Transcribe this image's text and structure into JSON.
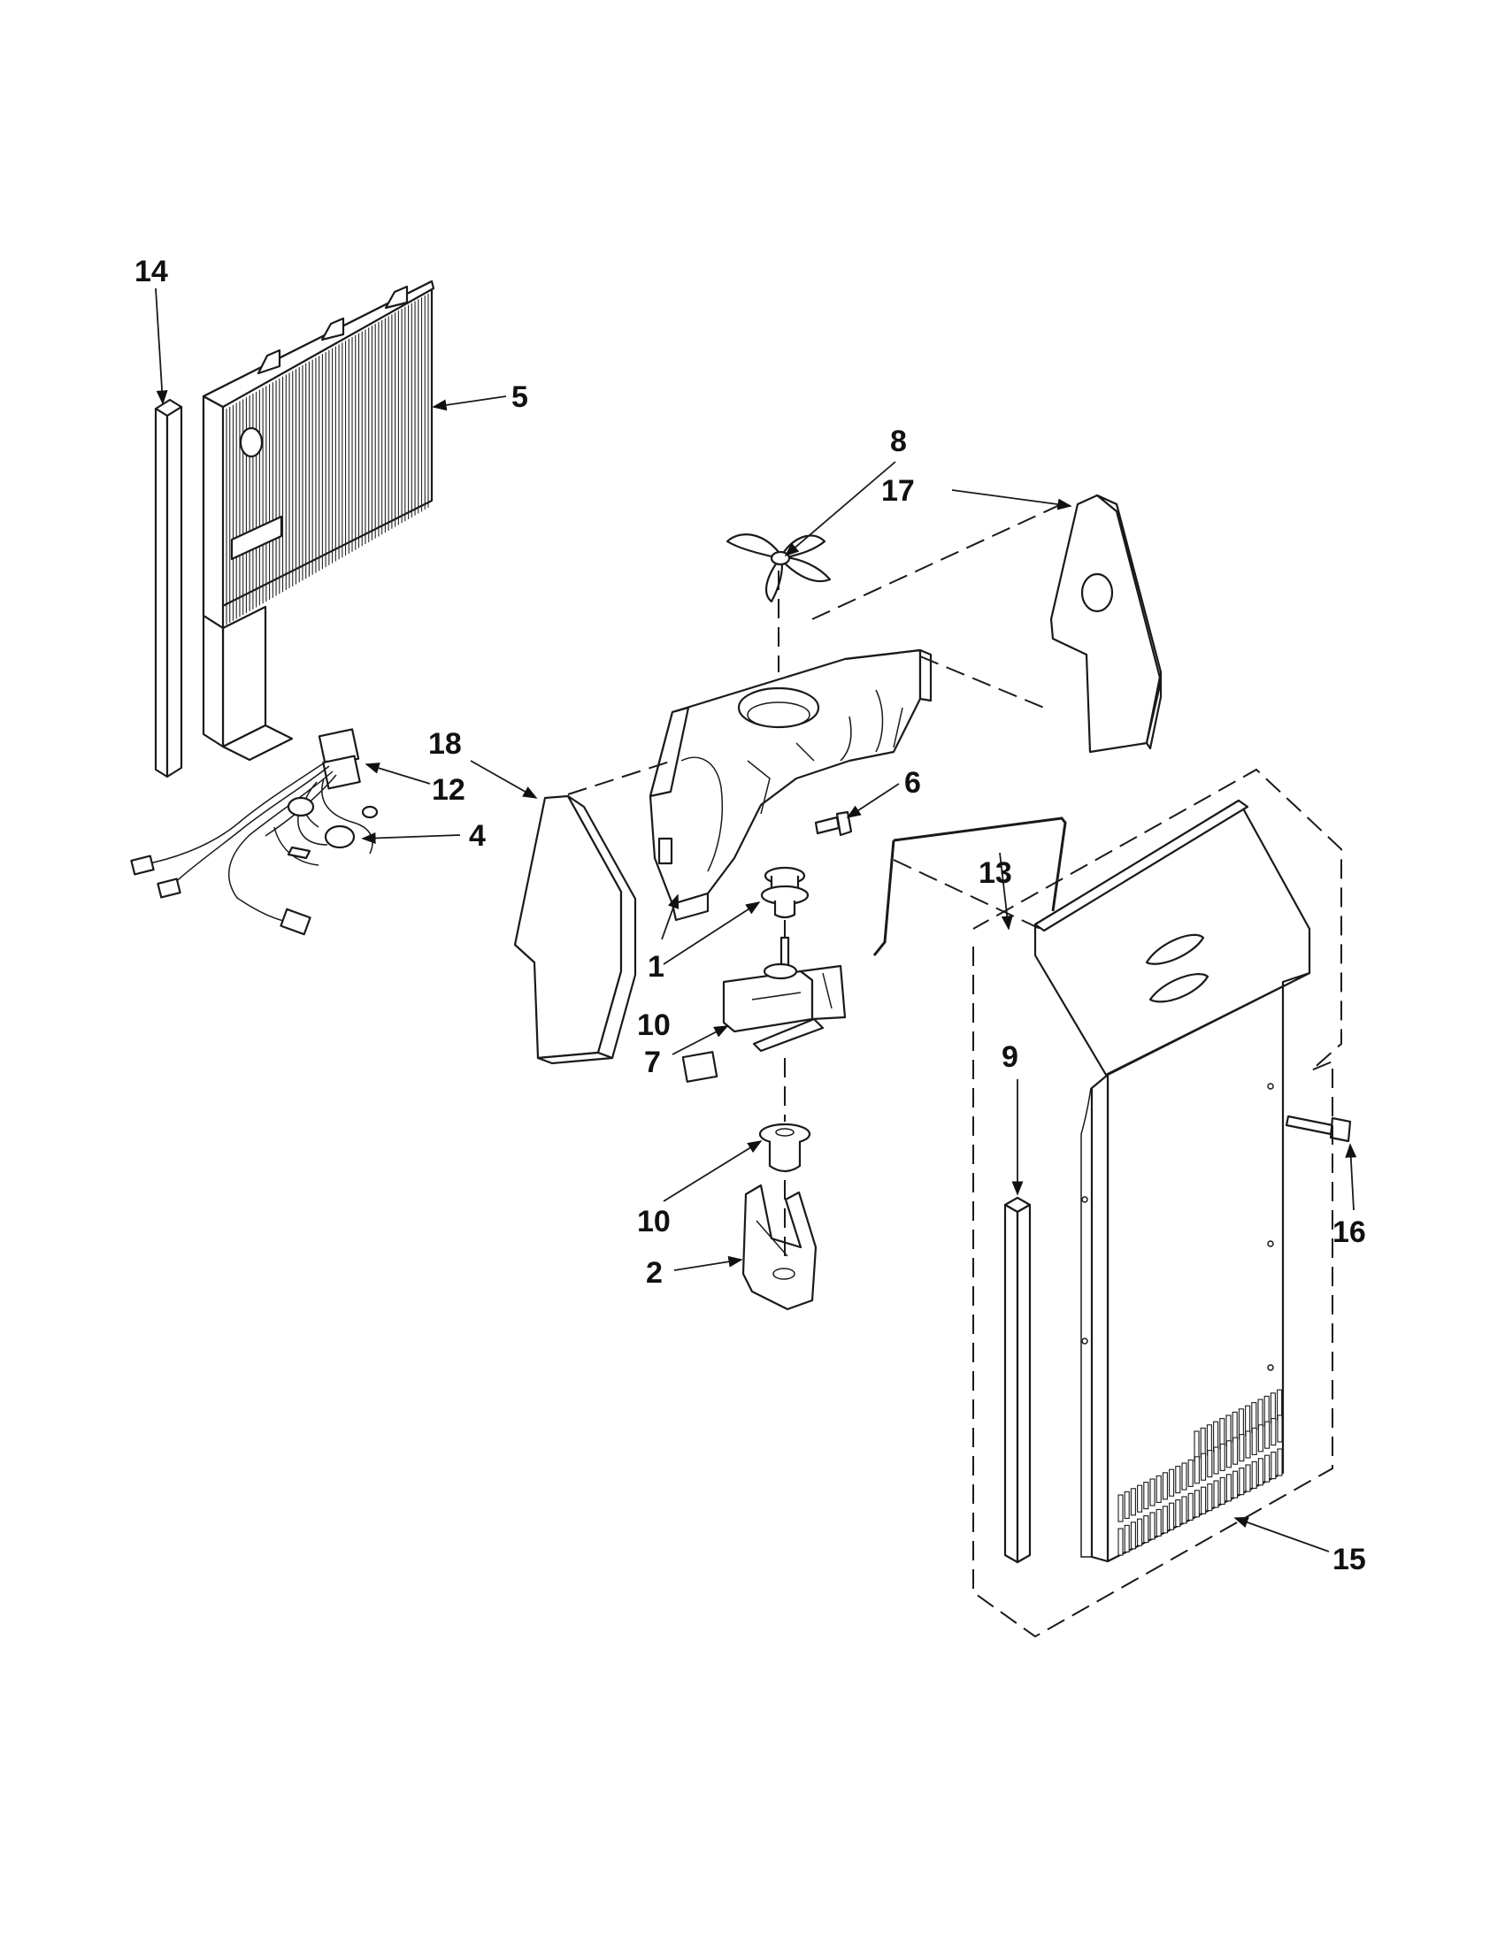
{
  "diagram": {
    "callouts": [
      {
        "id": "c14",
        "label": "14"
      },
      {
        "id": "c5",
        "label": "5"
      },
      {
        "id": "c8",
        "label": "8"
      },
      {
        "id": "c17",
        "label": "17"
      },
      {
        "id": "c18",
        "label": "18"
      },
      {
        "id": "c12",
        "label": "12"
      },
      {
        "id": "c4",
        "label": "4"
      },
      {
        "id": "c6",
        "label": "6"
      },
      {
        "id": "c13",
        "label": "13"
      },
      {
        "id": "c1",
        "label": "1"
      },
      {
        "id": "c10a",
        "label": "10"
      },
      {
        "id": "c7",
        "label": "7"
      },
      {
        "id": "c9",
        "label": "9"
      },
      {
        "id": "c16",
        "label": "16"
      },
      {
        "id": "c10b",
        "label": "10"
      },
      {
        "id": "c2",
        "label": "2"
      },
      {
        "id": "c15",
        "label": "15"
      }
    ]
  }
}
